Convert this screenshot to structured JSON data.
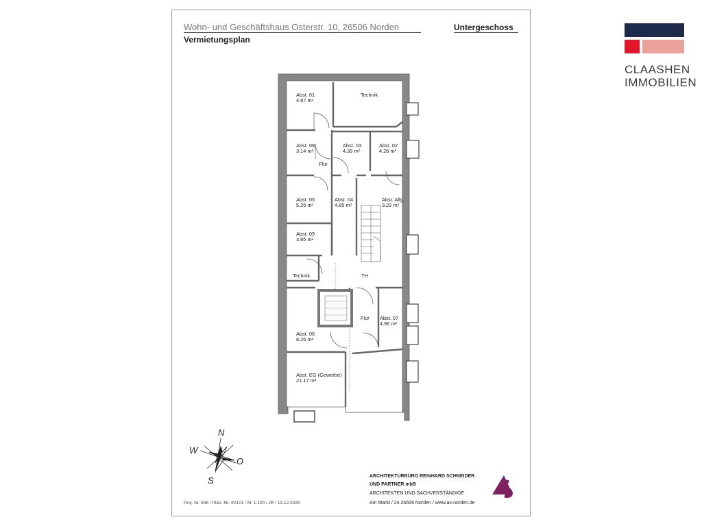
{
  "header": {
    "title": "Wohn- und Geschäftshaus Osterstr. 10, 26506 Norden",
    "level": "Untergeschoss",
    "subtitle": "Vermietungsplan"
  },
  "rooms": [
    {
      "name": "Abst. 01",
      "area": "4.87 m²"
    },
    {
      "name": "Technik",
      "area": ""
    },
    {
      "name": "Abst. 08",
      "area": "3.14 m²"
    },
    {
      "name": "Abst. 03",
      "area": "4.39 m²"
    },
    {
      "name": "Abst. 02",
      "area": "4.26 m²"
    },
    {
      "name": "Flur",
      "area": ""
    },
    {
      "name": "Abst. 05",
      "area": "5.25 m²"
    },
    {
      "name": "Abst. 04",
      "area": "4.85 m²"
    },
    {
      "name": "Abst. Allg.",
      "area": "3.22 m²"
    },
    {
      "name": "Abst. 09",
      "area": "3.85 m²"
    },
    {
      "name": "Technik",
      "area": ""
    },
    {
      "name": "TH",
      "area": ""
    },
    {
      "name": "Flur",
      "area": ""
    },
    {
      "name": "Abst. 07",
      "area": "4.96 m²"
    },
    {
      "name": "Abst. 06",
      "area": "8.26 m²"
    },
    {
      "name": "Abst. EG (Gewerbe)",
      "area": "21.17 m²"
    }
  ],
  "compass": {
    "n": "N",
    "w": "W",
    "o": "O",
    "s": "S"
  },
  "brand": {
    "line1": "CLAASHEN",
    "line2": "IMMOBILIEN",
    "colors": {
      "dark": "#1d2a4c",
      "red": "#e3162c",
      "pink": "#eaa39c"
    }
  },
  "architect": {
    "line1": "ARCHITEKTURBÜRO REINHARD SCHNEIDER",
    "line2": "UND PARTNER mbB",
    "line3": "ARCHITEKTEN UND SACHVERSTÄNDIGE",
    "line4": "Am Markt / 24 26506 Norden / www.as-norden.de",
    "logo_text": "AS",
    "logo_color": "#7d2160"
  },
  "footer": {
    "reference": "Proj. Nr. 846 / Plan.-Nr. 4V101 / M. 1:100 / JR / 19.12.2025"
  }
}
